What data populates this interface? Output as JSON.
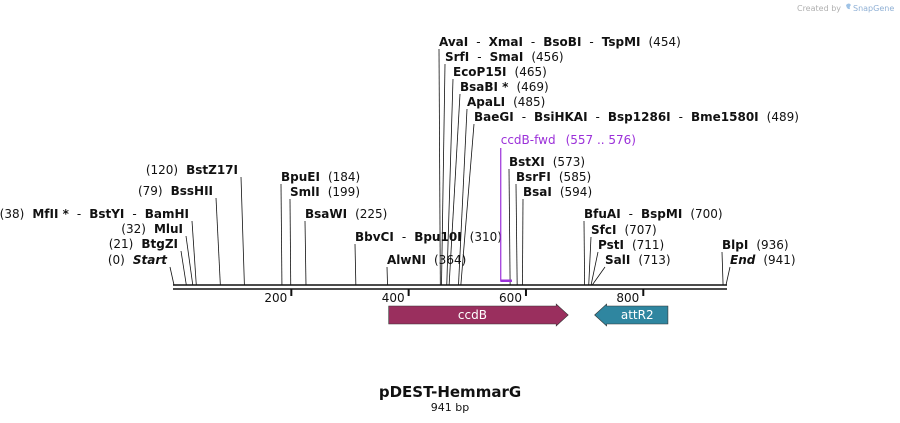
{
  "branding": {
    "created_by": "Created by",
    "product": "SnapGene"
  },
  "plasmid": {
    "name": "pDEST-HemmarG",
    "length_label": "941 bp",
    "length": 941
  },
  "colors": {
    "backbone": "#111111",
    "ccdB": "#9a2f5e",
    "attR2": "#2f86a0",
    "primer": "#9b30d9"
  },
  "ticks": [
    200,
    400,
    600,
    800
  ],
  "sites": [
    {
      "pos": 0,
      "parts": [
        {
          "t": "(0)",
          "s": "n"
        },
        {
          "t": "Start",
          "s": "i"
        }
      ]
    },
    {
      "pos": 21,
      "parts": [
        {
          "t": "(21)",
          "s": "n"
        },
        {
          "t": "BtgZI",
          "s": "b"
        }
      ]
    },
    {
      "pos": 32,
      "parts": [
        {
          "t": "(32)",
          "s": "n"
        },
        {
          "t": "MluI",
          "s": "b"
        }
      ]
    },
    {
      "pos": 38,
      "parts": [
        {
          "t": "(38)",
          "s": "n"
        },
        {
          "t": "MfII *",
          "s": "b"
        },
        {
          "t": "-",
          "s": "n"
        },
        {
          "t": "BstYI",
          "s": "b"
        },
        {
          "t": "-",
          "s": "n"
        },
        {
          "t": "BamHI",
          "s": "b"
        }
      ]
    },
    {
      "pos": 79,
      "parts": [
        {
          "t": "(79)",
          "s": "n"
        },
        {
          "t": "BssHII",
          "s": "b"
        }
      ]
    },
    {
      "pos": 120,
      "parts": [
        {
          "t": "(120)",
          "s": "n"
        },
        {
          "t": "BstZ17I",
          "s": "b"
        }
      ]
    },
    {
      "pos": 184,
      "parts": [
        {
          "t": "BpuEI",
          "s": "b"
        },
        {
          "t": "(184)",
          "s": "n"
        }
      ]
    },
    {
      "pos": 199,
      "parts": [
        {
          "t": "SmlI",
          "s": "b"
        },
        {
          "t": "(199)",
          "s": "n"
        }
      ]
    },
    {
      "pos": 225,
      "parts": [
        {
          "t": "BsaWI",
          "s": "b"
        },
        {
          "t": "(225)",
          "s": "n"
        }
      ]
    },
    {
      "pos": 310,
      "parts": [
        {
          "t": "BbvCI",
          "s": "b"
        },
        {
          "t": "-",
          "s": "n"
        },
        {
          "t": "Bpu10I",
          "s": "b"
        },
        {
          "t": "(310)",
          "s": "n"
        }
      ]
    },
    {
      "pos": 364,
      "parts": [
        {
          "t": "AlwNI",
          "s": "b"
        },
        {
          "t": "(364)",
          "s": "n"
        }
      ]
    },
    {
      "pos": 454,
      "parts": [
        {
          "t": "AvaI",
          "s": "b"
        },
        {
          "t": "-",
          "s": "n"
        },
        {
          "t": "XmaI",
          "s": "b"
        },
        {
          "t": "-",
          "s": "n"
        },
        {
          "t": "BsoBI",
          "s": "b"
        },
        {
          "t": "-",
          "s": "n"
        },
        {
          "t": "TspMI",
          "s": "b"
        },
        {
          "t": "(454)",
          "s": "n"
        }
      ]
    },
    {
      "pos": 456,
      "parts": [
        {
          "t": "SrfI",
          "s": "b"
        },
        {
          "t": "-",
          "s": "n"
        },
        {
          "t": "SmaI",
          "s": "b"
        },
        {
          "t": "(456)",
          "s": "n"
        }
      ]
    },
    {
      "pos": 465,
      "parts": [
        {
          "t": "EcoP15I",
          "s": "b"
        },
        {
          "t": "(465)",
          "s": "n"
        }
      ]
    },
    {
      "pos": 469,
      "parts": [
        {
          "t": "BsaBI *",
          "s": "b"
        },
        {
          "t": "(469)",
          "s": "n"
        }
      ]
    },
    {
      "pos": 485,
      "parts": [
        {
          "t": "ApaLI",
          "s": "b"
        },
        {
          "t": "(485)",
          "s": "n"
        }
      ]
    },
    {
      "pos": 489,
      "parts": [
        {
          "t": "BaeGI",
          "s": "b"
        },
        {
          "t": "-",
          "s": "n"
        },
        {
          "t": "BsiHKAI",
          "s": "b"
        },
        {
          "t": "-",
          "s": "n"
        },
        {
          "t": "Bsp1286I",
          "s": "b"
        },
        {
          "t": "-",
          "s": "n"
        },
        {
          "t": "Bme1580I",
          "s": "b"
        },
        {
          "t": "(489)",
          "s": "n"
        }
      ]
    },
    {
      "pos": 573,
      "parts": [
        {
          "t": "BstXI",
          "s": "b"
        },
        {
          "t": "(573)",
          "s": "n"
        }
      ]
    },
    {
      "pos": 585,
      "parts": [
        {
          "t": "BsrFI",
          "s": "b"
        },
        {
          "t": "(585)",
          "s": "n"
        }
      ]
    },
    {
      "pos": 594,
      "parts": [
        {
          "t": "BsaI",
          "s": "b"
        },
        {
          "t": "(594)",
          "s": "n"
        }
      ]
    },
    {
      "pos": 700,
      "parts": [
        {
          "t": "BfuAI",
          "s": "b"
        },
        {
          "t": "-",
          "s": "n"
        },
        {
          "t": "BspMI",
          "s": "b"
        },
        {
          "t": "(700)",
          "s": "n"
        }
      ]
    },
    {
      "pos": 707,
      "parts": [
        {
          "t": "SfcI",
          "s": "b"
        },
        {
          "t": "(707)",
          "s": "n"
        }
      ]
    },
    {
      "pos": 711,
      "parts": [
        {
          "t": "PstI",
          "s": "b"
        },
        {
          "t": "(711)",
          "s": "n"
        }
      ]
    },
    {
      "pos": 713,
      "parts": [
        {
          "t": "SalI",
          "s": "b"
        },
        {
          "t": "(713)",
          "s": "n"
        }
      ]
    },
    {
      "pos": 936,
      "parts": [
        {
          "t": "BlpI",
          "s": "b"
        },
        {
          "t": "(936)",
          "s": "n"
        }
      ]
    },
    {
      "pos": 941,
      "parts": [
        {
          "t": "End",
          "s": "i"
        },
        {
          "t": "(941)",
          "s": "n"
        }
      ]
    }
  ],
  "primer": {
    "name": "ccdB-fwd",
    "range_label": "(557 .. 576)",
    "start": 557,
    "end": 576
  },
  "features": [
    {
      "name": "ccdB",
      "start": 366,
      "end": 672,
      "direction": "forward",
      "color": "#9a2f5e"
    },
    {
      "name": "attR2",
      "start": 717,
      "end": 842,
      "direction": "reverse",
      "color": "#2f86a0"
    }
  ]
}
